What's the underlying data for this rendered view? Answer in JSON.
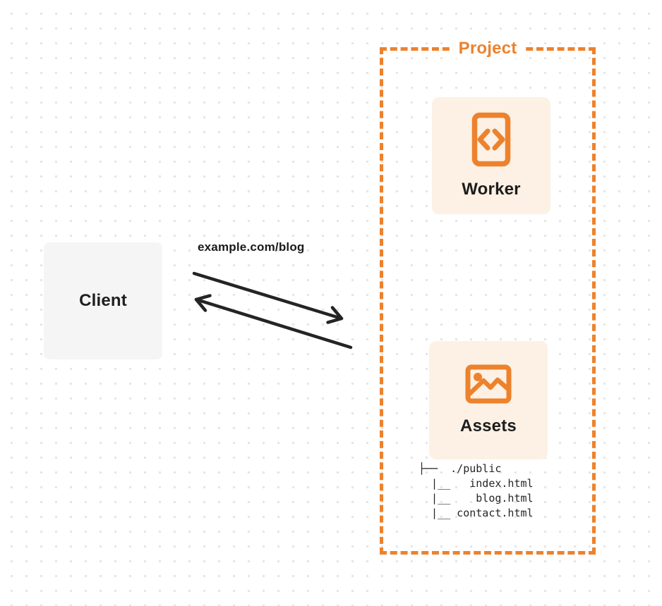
{
  "diagram": {
    "client": {
      "label": "Client"
    },
    "request": {
      "label": "example.com/blog"
    },
    "project": {
      "title": "Project",
      "worker": {
        "label": "Worker",
        "icon": "code-document-icon"
      },
      "assets": {
        "label": "Assets",
        "icon": "image-icon"
      },
      "file_tree_text": "├──  ./public\n  |__   index.html\n  |__    blog.html\n  |__ contact.html",
      "file_tree": {
        "root": "./public",
        "files": [
          "index.html",
          "blog.html",
          "contact.html"
        ]
      }
    },
    "colors": {
      "accent_orange": "#ed822d",
      "card_background": "#fcf1e4",
      "client_background": "#f5f5f6",
      "arrow": "#242424",
      "dot_grid": "#e6e4e4",
      "text_dark": "#1d1d1d"
    }
  }
}
